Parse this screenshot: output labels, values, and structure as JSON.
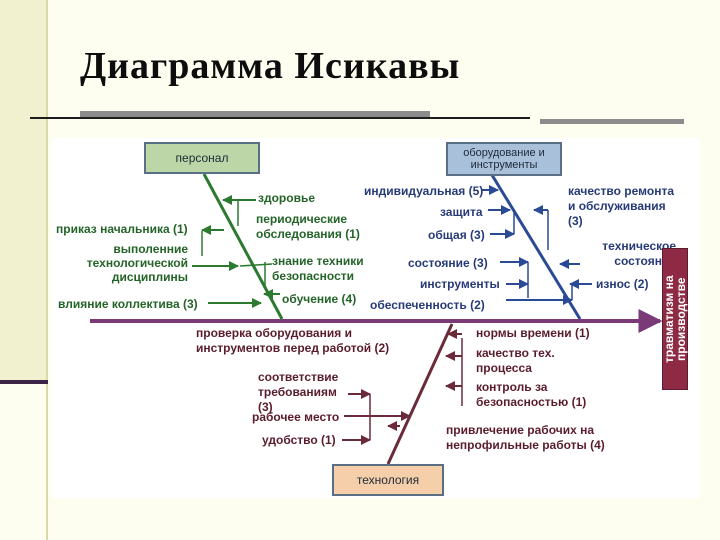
{
  "slide": {
    "title": "Диаграмма Исикавы"
  },
  "diagram": {
    "effect": "травматизм на производстве",
    "categories": {
      "personnel": "персонал",
      "equipment": "оборудование и инструменты",
      "technology": "технология"
    },
    "personnel_causes": [
      "здоровье",
      "периодические обследования (1)",
      "приказ начальника (1)",
      "выполенние технологической дисциплины",
      "знание техники безопасности",
      "обучение (4)",
      "влияние коллектива (3)"
    ],
    "equipment_causes": [
      "индивидуальная (5)",
      "защита",
      "общая (3)",
      "качество ремонта и обслуживания (3)",
      "техническое состояние",
      "состояние (3)",
      "инструменты",
      "износ (2)",
      "обеспеченность (2)"
    ],
    "spine_causes": [
      "проверка оборудования и инструментов перед работой (2)"
    ],
    "technology_causes": [
      "нормы времени (1)",
      "качество тех. процесса",
      "контроль за безопасностью (1)",
      "соответствие требованиям (3)",
      "рабочее место",
      "удобство (1)",
      "привлечение рабочих на непрофильные работы (4)"
    ],
    "colors": {
      "personnel_box": "#bcd6a8",
      "equipment_box": "#a9c0da",
      "technology_box": "#f5ceaa",
      "spine": "#7a3a78",
      "effect": "#8e2a44"
    }
  }
}
